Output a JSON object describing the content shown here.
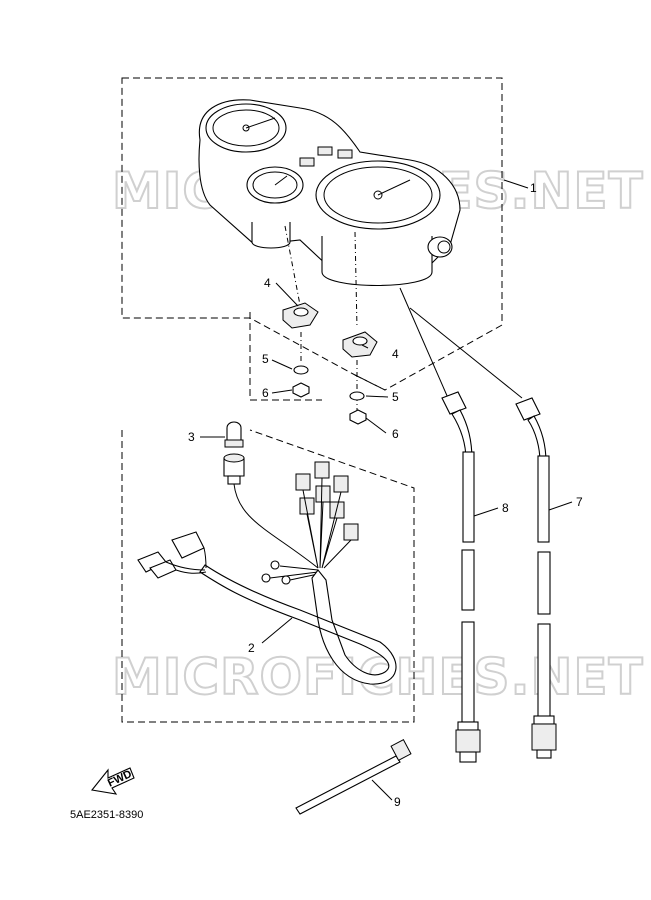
{
  "watermark": "MICROFICHES.NET",
  "diagram_code": "5AE2351-8390",
  "fwd_label": "FWD",
  "callouts": {
    "c1": "1",
    "c2": "2",
    "c3": "3",
    "c4a": "4",
    "c4b": "4",
    "c5a": "5",
    "c5b": "5",
    "c6a": "6",
    "c6b": "6",
    "c7": "7",
    "c8": "8",
    "c9": "9"
  }
}
